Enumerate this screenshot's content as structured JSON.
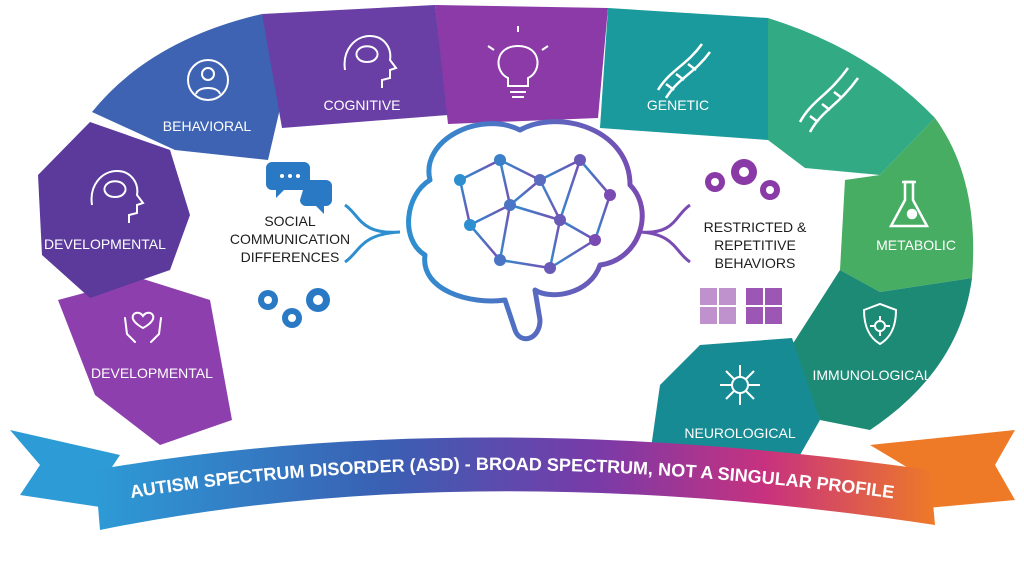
{
  "segments": [
    {
      "label": "DEVELOPMENTAL",
      "icon": "hands-heart-icon",
      "color": "#8e3fae"
    },
    {
      "label": "DEVELOPMENTAL",
      "icon": "brain-head-icon",
      "color": "#5b3a9c"
    },
    {
      "label": "BEHAVIORAL",
      "icon": "person-cycle-icon",
      "color": "#3e63b3"
    },
    {
      "label": "COGNITIVE",
      "icon": "brain-head-icon",
      "color": "#6a3fa5"
    },
    {
      "label": "",
      "icon": "lightbulb-icon",
      "color": "#8b3aa8"
    },
    {
      "label": "GENETIC",
      "icon": "dna-icon",
      "color": "#1a9a9c"
    },
    {
      "label": "",
      "icon": "dna-icon",
      "color": "#32ab84"
    },
    {
      "label": "METABOLIC",
      "icon": "flask-icon",
      "color": "#47ad62"
    },
    {
      "label": "IMMUNOLOGICAL",
      "icon": "shield-virus-icon",
      "color": "#1c8a74"
    },
    {
      "label": "NEUROLOGICAL",
      "icon": "neuron-icon",
      "color": "#178b93"
    }
  ],
  "center": {
    "left_lines": [
      "SOCIAL",
      "COMMUNICATION",
      "DIFFERENCES"
    ],
    "right_lines": [
      "RESTRICTED &",
      "REPETITIVE",
      "BEHAVIORS"
    ]
  },
  "banner": {
    "text": "AUTISM SPECTRUM DISORDER (ASD) - BROAD SPECTRUM, NOT A SINGULAR PROFILE"
  },
  "colors": {
    "text_dark": "#1d1d1d",
    "icon_blue": "#2a79c4",
    "icon_purple": "#8a3aa6",
    "brain_blue": "#2d8fd0",
    "brain_purple": "#7a4bb2"
  }
}
